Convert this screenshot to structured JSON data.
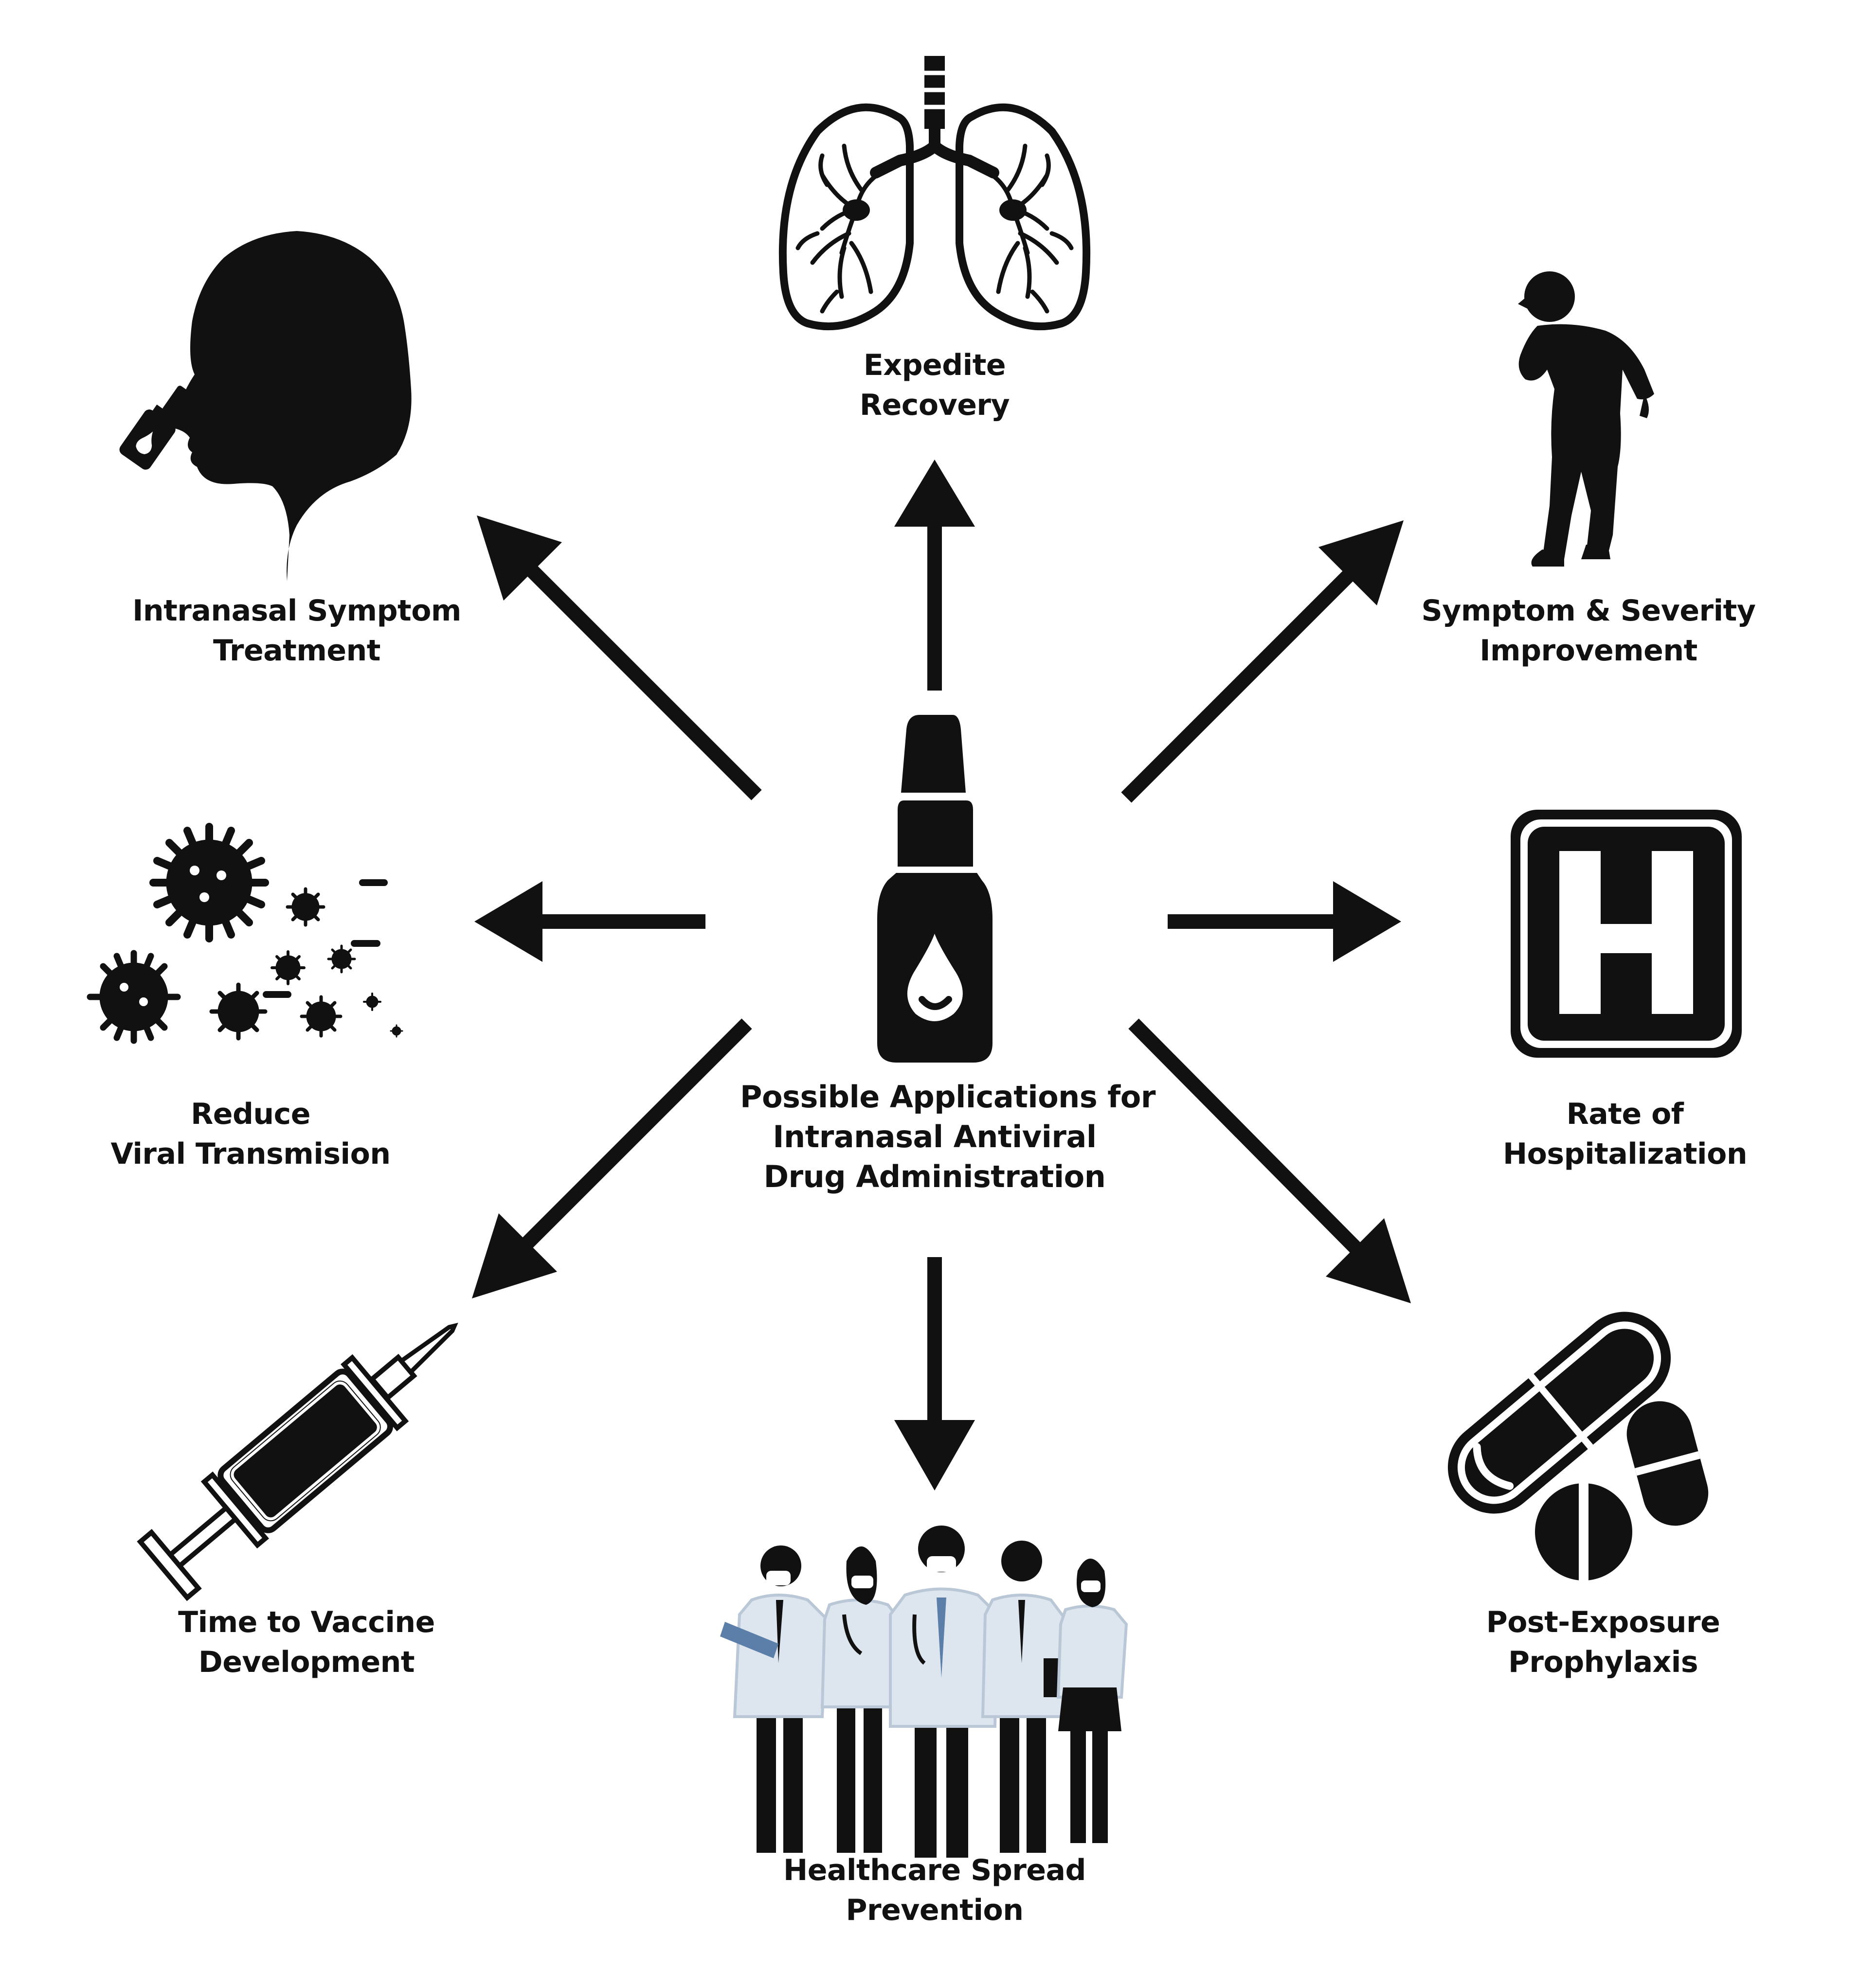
{
  "title": {
    "line1": "Possible Applications for",
    "line2": "Intranasal Antiviral",
    "line3": "Drug Administration"
  },
  "nodes": {
    "expedite_recovery": {
      "line1": "Expedite",
      "line2": "Recovery",
      "icon": "lungs-icon"
    },
    "symptom_severity": {
      "line1": "Symptom & Severity",
      "line2": "Improvement",
      "icon": "coughing-man-icon"
    },
    "hospitalization": {
      "line1": "Rate of",
      "line2": "Hospitalization",
      "icon": "hospital-sign-icon"
    },
    "post_exposure": {
      "line1": "Post-Exposure",
      "line2": "Prophylaxis",
      "icon": "pills-icon"
    },
    "healthcare_spread": {
      "line1": "Healthcare Spread",
      "line2": "Prevention",
      "icon": "healthcare-workers-icon"
    },
    "vaccine_time": {
      "line1": "Time to Vaccine",
      "line2": "Development",
      "icon": "syringe-icon"
    },
    "viral_transmission": {
      "line1": "Reduce",
      "line2": "Viral Transmision",
      "icon": "virus-particles-icon"
    },
    "intranasal_treatment": {
      "line1": "Intranasal Symptom",
      "line2": "Treatment",
      "icon": "nasal-spray-head-icon"
    }
  },
  "colors": {
    "ink": "#111111",
    "coat": "#dde6ef",
    "coat_shade": "#b9c7d6",
    "tie": "#5b7fa8"
  }
}
